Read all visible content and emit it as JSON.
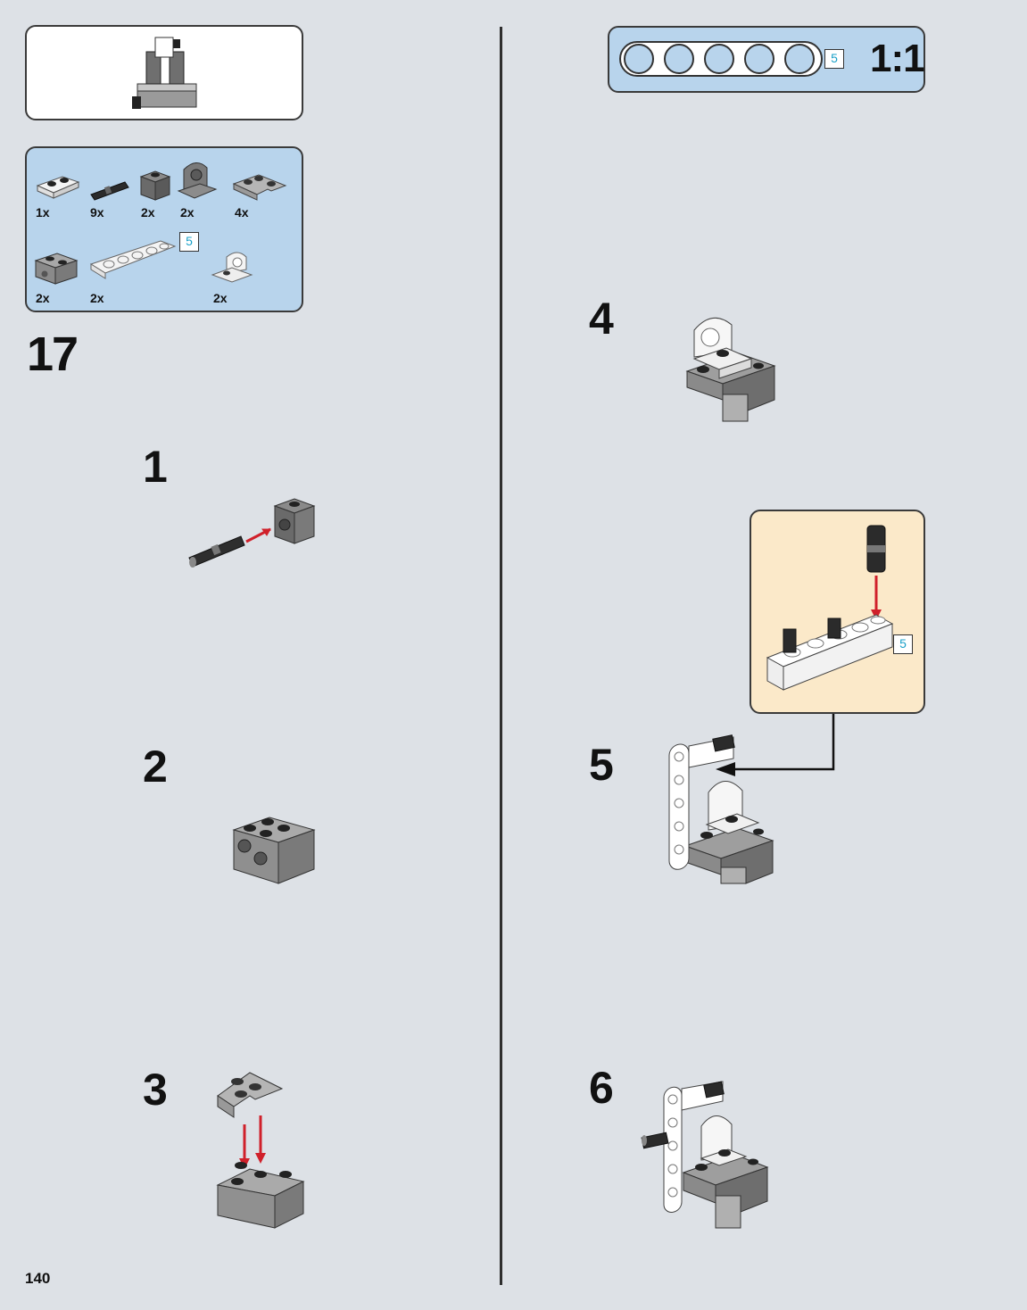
{
  "page_number": "140",
  "main_step": "17",
  "parts_list": {
    "items": [
      {
        "name": "white-plate-1x2",
        "qty": "1x"
      },
      {
        "name": "black-pin",
        "qty": "9x"
      },
      {
        "name": "dark-grey-technic-brick-1x1",
        "qty": "2x"
      },
      {
        "name": "dark-grey-bracket",
        "qty": "2x"
      },
      {
        "name": "grey-corner-plate",
        "qty": "4x"
      },
      {
        "name": "grey-technic-brick-1x2",
        "qty": "2x"
      },
      {
        "name": "white-liftarm-5",
        "qty": "2x",
        "length_label": "5"
      },
      {
        "name": "white-bracket",
        "qty": "2x"
      }
    ]
  },
  "scale_box": {
    "length_label": "5",
    "scale_label": "1:1"
  },
  "substeps": [
    {
      "number": "1"
    },
    {
      "number": "2"
    },
    {
      "number": "3"
    },
    {
      "number": "4"
    },
    {
      "number": "5",
      "callout_length_label": "5"
    },
    {
      "number": "6"
    }
  ],
  "colors": {
    "background": "#dde1e6",
    "panel_blue": "#b8d4ec",
    "panel_cream": "#fbe9c9",
    "arrow_red": "#d0202a",
    "length_text": "#1aa0c8"
  }
}
